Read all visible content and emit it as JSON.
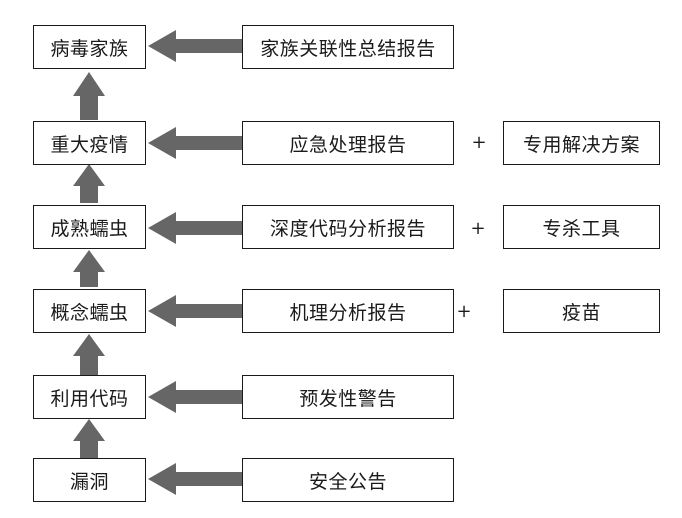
{
  "colors": {
    "arrow": "#666666",
    "border": "#1a1a1a",
    "text": "#1a1a1a"
  },
  "stages": [
    {
      "label": "病毒家族",
      "report": "家族关联性总结报告",
      "tool": ""
    },
    {
      "label": "重大疫情",
      "report": "应急处理报告",
      "tool": "专用解决方案"
    },
    {
      "label": "成熟蠕虫",
      "report": "深度代码分析报告",
      "tool": "专杀工具"
    },
    {
      "label": "概念蠕虫",
      "report": "机理分析报告",
      "tool": "疫苗"
    },
    {
      "label": "利用代码",
      "report": "预发性警告",
      "tool": ""
    },
    {
      "label": "漏洞",
      "report": "安全公告",
      "tool": ""
    }
  ],
  "plus_sign": "+"
}
